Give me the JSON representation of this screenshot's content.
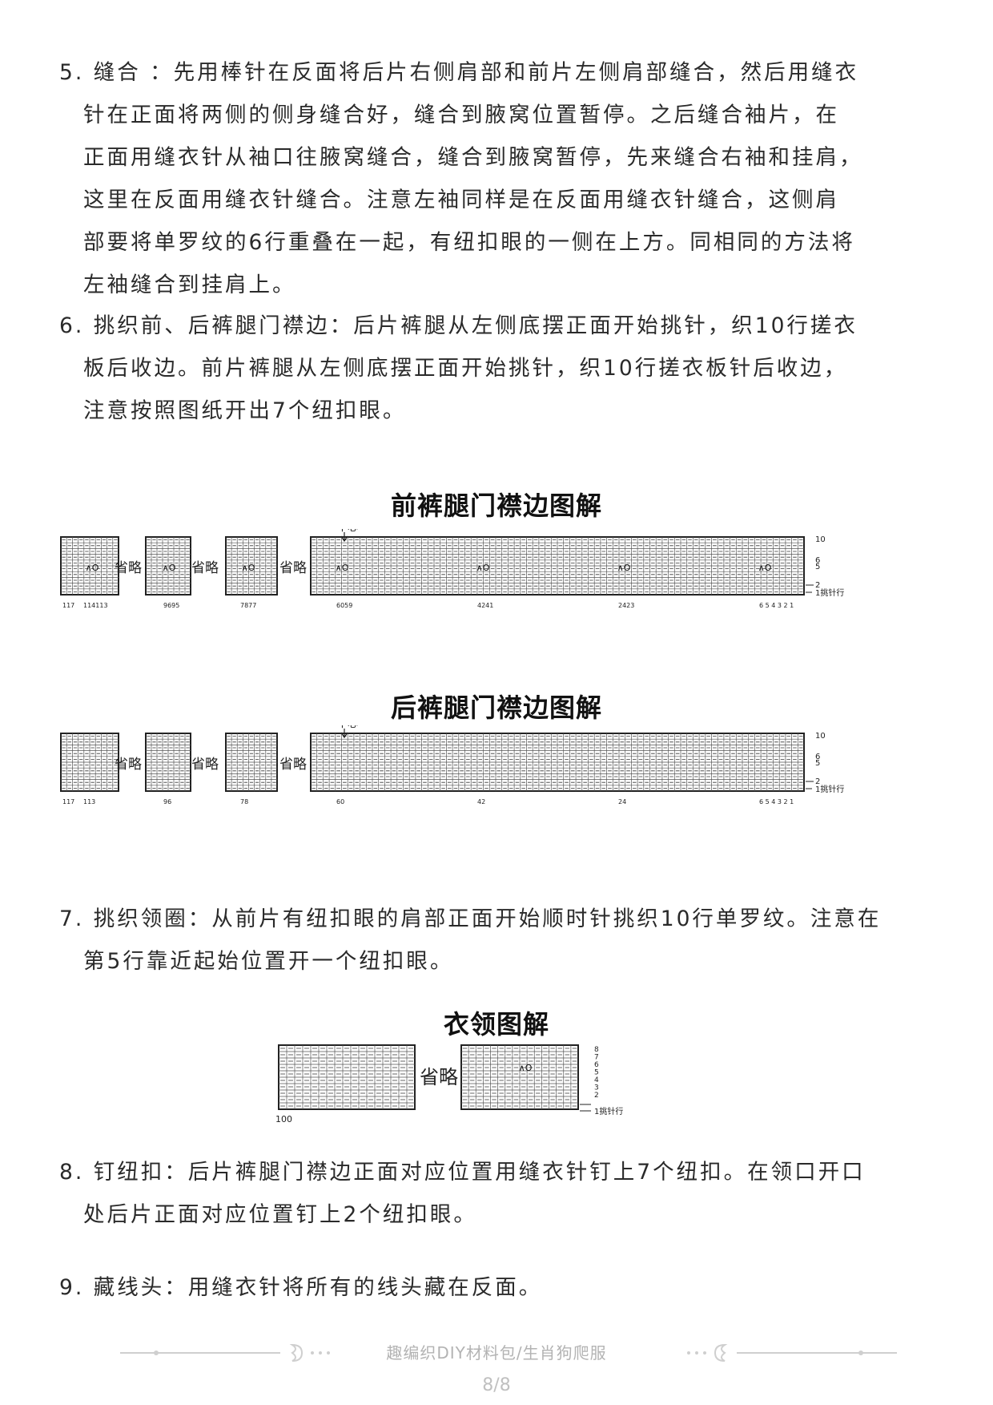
{
  "steps": {
    "s5": {
      "lines": [
        "5. 缝合 ：先用棒针在反面将后片右侧肩部和前片左侧肩部缝合，然后用缝衣",
        "针在正面将两侧的侧身缝合好，缝合到腋窝位置暂停。之后缝合袖片，在",
        "正面用缝衣针从袖口往腋窝缝合，缝合到腋窝暂停，先来缝合右袖和挂肩，",
        "这里在反面用缝衣针缝合。注意左袖同样是在反面用缝衣针缝合，这侧肩",
        "部要将单罗纹的6行重叠在一起，有纽扣眼的一侧在上方。同相同的方法将",
        "左袖缝合到挂肩上。"
      ]
    },
    "s6": {
      "lines": [
        "6. 挑织前、后裤腿门襟边：后片裤腿从左侧底摆正面开始挑针，织10行搓衣",
        "板后收边。前片裤腿从左侧底摆正面开始挑针，织10行搓衣板针后收边，",
        "注意按照图纸开出7个纽扣眼。"
      ]
    },
    "s7": {
      "lines": [
        "7. 挑织领圈：从前片有纽扣眼的肩部正面开始顺时针挑织10行单罗纹。注意在",
        "第5行靠近起始位置开一个纽扣眼。"
      ]
    },
    "s8": {
      "lines": [
        "8. 钉纽扣：后片裤腿门襟边正面对应位置用缝衣针钉上7个纽扣。在领口开口",
        "处后片正面对应位置钉上2个纽扣眼。"
      ]
    },
    "s9": {
      "lines": [
        "9. 藏线头：用缝衣针将所有的线头藏在反面。"
      ]
    }
  },
  "charts": {
    "front": {
      "title": "前裤腿门襟边图解",
      "center_label": "中心",
      "omit_label": "省略",
      "row_labels_right": [
        "10",
        "6",
        "5",
        "2"
      ],
      "pickup_label": "1挑针行",
      "bottom_labels": [
        "117",
        "114113",
        "9695",
        "7877",
        "6059",
        "4241",
        "2423",
        "6 5 4 3 2 1"
      ],
      "buttonhole_symbol": "∧O"
    },
    "back": {
      "title": "后裤腿门襟边图解",
      "center_label": "中心",
      "omit_label": "省略",
      "row_labels_right": [
        "10",
        "6",
        "5",
        "2"
      ],
      "pickup_label": "1挑针行",
      "bottom_labels": [
        "117",
        "113",
        "96",
        "78",
        "60",
        "42",
        "24",
        "6 5 4 3 2 1"
      ]
    },
    "collar": {
      "title": "衣领图解",
      "omit_label": "省略",
      "row_labels_right": [
        "8",
        "7",
        "6",
        "5",
        "4",
        "3",
        "2"
      ],
      "pickup_label": "1挑针行",
      "bottom_label": "100",
      "buttonhole_symbol": "∧O"
    }
  },
  "footer": {
    "brand": "趣编织DIY材料包/生肖狗爬服",
    "page": "8/8"
  }
}
